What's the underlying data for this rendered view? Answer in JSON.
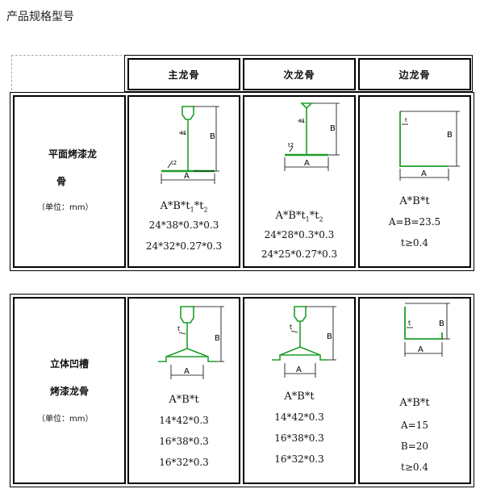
{
  "page_title": "产品规格型号",
  "columns": [
    "主龙骨",
    "次龙骨",
    "边龙骨"
  ],
  "rows": [
    {
      "label_lines": [
        "平面烤漆龙",
        "骨"
      ],
      "unit": "（单位：mm）",
      "cells": [
        {
          "formula_base": "A*B*t",
          "sub1": "1",
          "mid": "*t",
          "sub2": "2",
          "specs": [
            "24*38*0.3*0.3",
            "24*32*0.27*0.3"
          ]
        },
        {
          "formula_base": "A*B*t",
          "sub1": "1",
          "mid": "*t",
          "sub2": "2",
          "specs": [
            "24*28*0.3*0.3",
            "24*25*0.27*0.3"
          ]
        },
        {
          "formula_base": "A*B*t",
          "specs": [
            "A=B=23.5",
            "t≥0.4"
          ]
        }
      ]
    },
    {
      "label_lines": [
        "立体凹槽",
        "烤漆龙骨"
      ],
      "unit": "（单位：mm）",
      "cells": [
        {
          "formula_base": "A*B*t",
          "specs": [
            "14*42*0.3",
            "16*38*0.3",
            "16*32*0.3"
          ]
        },
        {
          "formula_base": "A*B*t",
          "specs": [
            "14*42*0.3",
            "16*38*0.3",
            "16*32*0.3"
          ]
        },
        {
          "formula_base": "A*B*t",
          "specs": [
            "A=15",
            "B=20",
            "t≥0.4"
          ]
        }
      ]
    }
  ],
  "diagram_labels": {
    "a": "A",
    "b": "B",
    "t": "t",
    "t1": "t1",
    "t2": "t2"
  },
  "colors": {
    "profile": "#1f9e2a",
    "line": "#000000"
  }
}
